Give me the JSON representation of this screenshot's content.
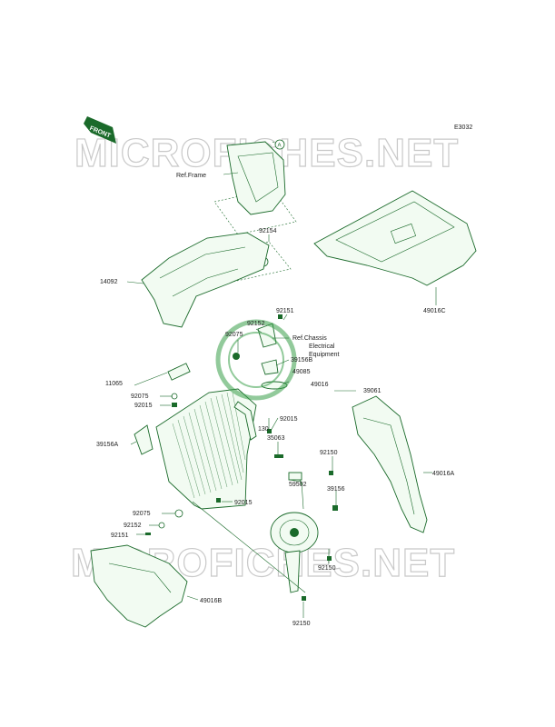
{
  "diagram_code": "E3032",
  "front_label": "FRONT",
  "watermark": "MICROFICHES.NET",
  "circle_marks": [
    "A",
    "A"
  ],
  "labels": {
    "ref_frame": "Ref.Frame",
    "p92154": "92154",
    "p14092": "14092",
    "p49016C": "49016C",
    "p92151_top": "92151",
    "p92152_top": "92152",
    "ref_chassis_1": "Ref.Chassis",
    "ref_chassis_2": "Electrical",
    "ref_chassis_3": "Equipment",
    "p92075_top": "92075",
    "p39156B": "39156B",
    "p49085": "49085",
    "p49016": "49016",
    "p39061": "39061",
    "p11065": "11065",
    "p92075_mid": "92075",
    "p92015_left": "92015",
    "p92015_center": "92015",
    "p130": "130",
    "p35063": "35063",
    "p39156A": "39156A",
    "p92150_a": "92150",
    "p49016A": "49016A",
    "p59502": "59502",
    "p39156": "39156",
    "p92015_bottom": "92015",
    "p92075_low": "92075",
    "p92152_low": "92152",
    "p92151_low": "92151",
    "p92150_b": "92150",
    "p49016B": "49016B",
    "p92150_c": "92150"
  },
  "colors": {
    "line": "#1a6a2a",
    "watermark": "#c9c9c9",
    "background": "#ffffff"
  }
}
